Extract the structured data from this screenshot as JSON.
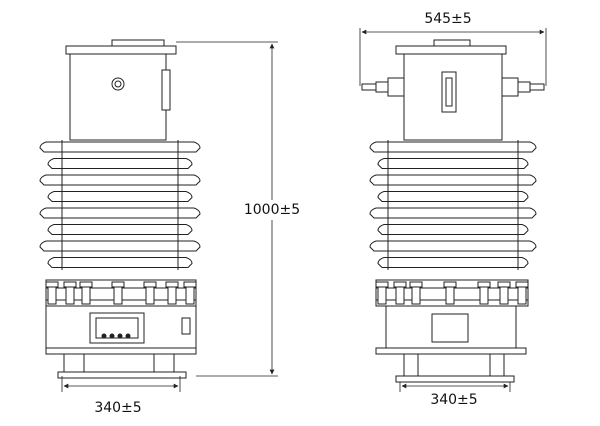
{
  "dimensions": {
    "height": "1000±5",
    "base_width_front": "340±5",
    "base_width_side": "340±5",
    "terminal_span": "545±5"
  }
}
